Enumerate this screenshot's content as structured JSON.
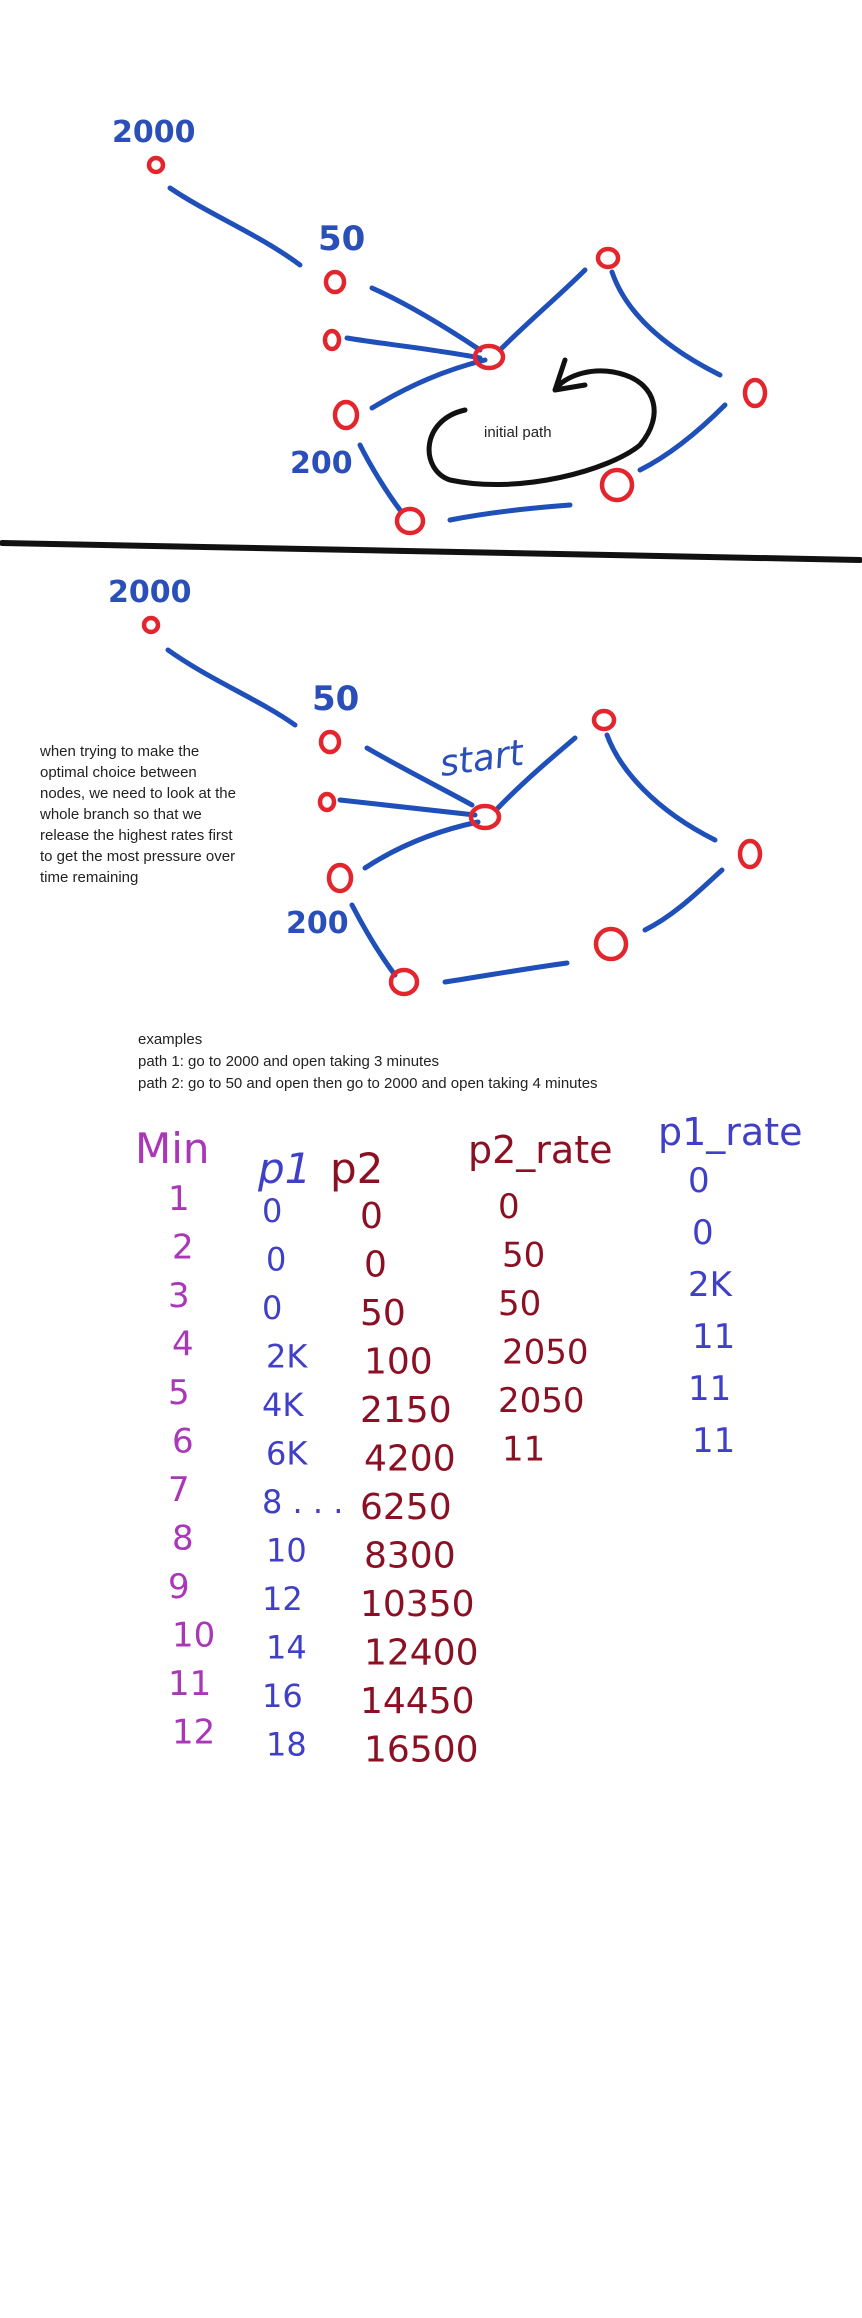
{
  "diagram1": {
    "labels": {
      "n2000": "2000",
      "n50": "50",
      "n200": "200"
    },
    "annotation": "initial path"
  },
  "diagram2": {
    "labels": {
      "n2000": "2000",
      "n50": "50",
      "n200": "200",
      "start": "start"
    },
    "side_note": [
      "when trying to make the",
      "optimal choice between",
      "nodes, we need to look at the",
      "whole branch so that we",
      "release the highest rates first",
      "to get the most pressure over",
      "time remaining"
    ]
  },
  "examples": {
    "heading": "examples",
    "path1": "path 1: go to 2000 and open taking 3 minutes",
    "path2": "path 2: go to 50 and open then go to 2000 and open taking 4 minutes"
  },
  "table": {
    "headers": {
      "min": "Min",
      "p1": "p1",
      "p2": "p2",
      "p2_rate": "p2_rate",
      "p1_rate": "p1_rate"
    },
    "min": [
      "1",
      "2",
      "3",
      "4",
      "5",
      "6",
      "7",
      "8",
      "9",
      "10",
      "11",
      "12"
    ],
    "p1": [
      "0",
      "0",
      "0",
      "2K",
      "4K",
      "6K",
      "8 . . .",
      "10",
      "12",
      "14",
      "16",
      "18"
    ],
    "p2": [
      "0",
      "0",
      "50",
      "100",
      "2150",
      "4200",
      "6250",
      "8300",
      "10350",
      "12400",
      "14450",
      "16500"
    ],
    "p2_rate": [
      "0",
      "50",
      "50",
      "2050",
      "2050",
      "11"
    ],
    "p1_rate": [
      "0",
      "0",
      "2K",
      "11",
      "11",
      "11"
    ]
  },
  "colors": {
    "edge": "#1f4fb8",
    "node": "#e3262d",
    "min_column": "#a937b8",
    "p1_column": "#3f3fc8",
    "p2_column": "#8b1023"
  }
}
